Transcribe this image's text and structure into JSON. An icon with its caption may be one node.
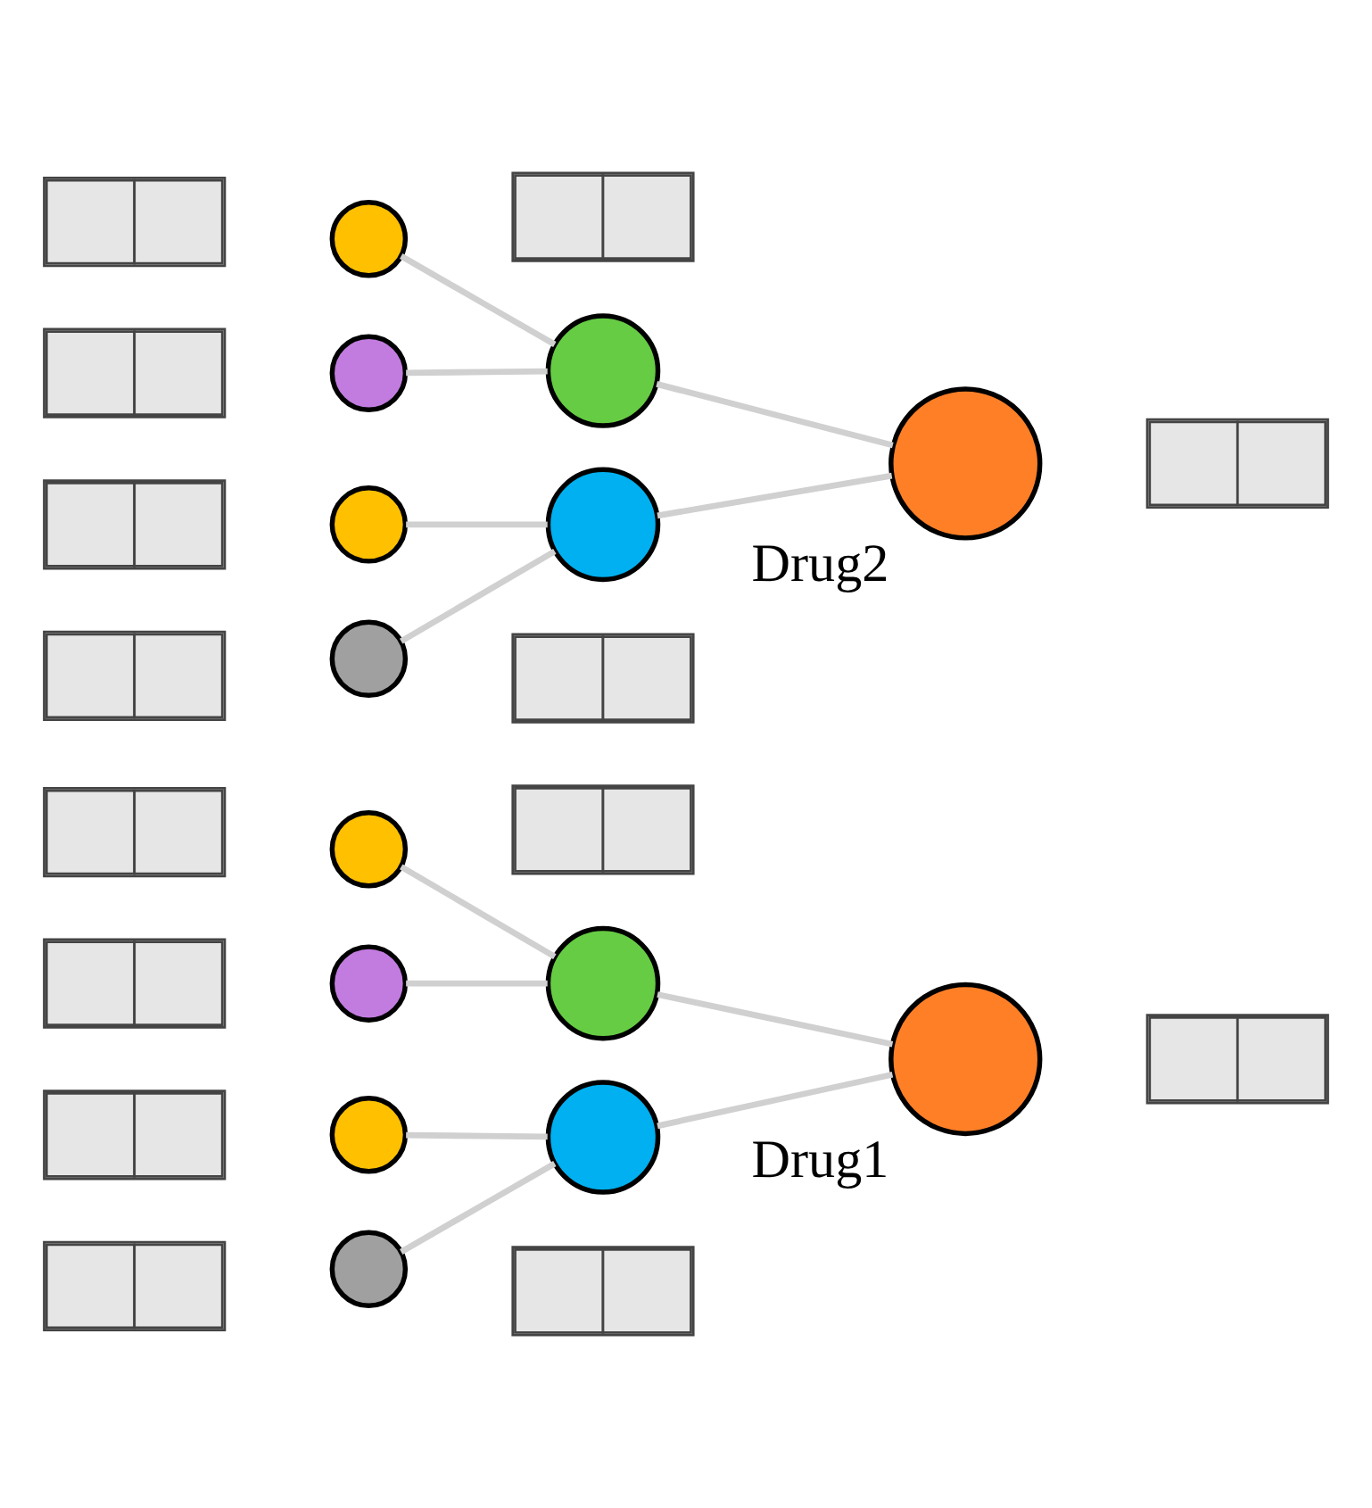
{
  "diagram": {
    "nodes": [
      {
        "text": [],
        "shape": "box"
      },
      {
        "text": [],
        "shape": "box"
      },
      {
        "text": [],
        "shape": "circle"
      },
      {
        "text": [],
        "shape": "circle"
      },
      {
        "text": [],
        "shape": "box"
      },
      {
        "text": [],
        "shape": "circle"
      },
      {
        "text": [
          "Drug1"
        ]
      },
      {
        "text": [],
        "shape": "box"
      },
      {
        "text": [],
        "shape": "box"
      },
      {
        "text": [],
        "shape": "circle"
      },
      {
        "text": [],
        "shape": "circle"
      },
      {
        "text": [],
        "shape": "box"
      },
      {
        "text": [],
        "shape": "circle"
      },
      {
        "text": [],
        "shape": "box"
      },
      {
        "text": [],
        "shape": "box"
      },
      {
        "text": [],
        "shape": "box"
      },
      {
        "text": [],
        "shape": "circle"
      },
      {
        "text": [],
        "shape": "circle"
      },
      {
        "text": [],
        "shape": "box"
      },
      {
        "text": [],
        "shape": "circle"
      },
      {
        "text": [
          "Drug2"
        ]
      },
      {
        "text": [],
        "shape": "box"
      },
      {
        "text": [],
        "shape": "box"
      },
      {
        "text": [],
        "shape": "circle"
      },
      {
        "text": [],
        "shape": "circle"
      },
      {
        "text": [],
        "shape": "box"
      },
      {
        "text": [],
        "shape": "circle"
      },
      {
        "text": [],
        "shape": "box"
      }
    ],
    "edges": [
      {
        "from": 2,
        "to": 3,
        "arrow": "none"
      },
      {
        "from": 5,
        "to": 3,
        "arrow": "none"
      },
      {
        "from": 9,
        "to": 10,
        "arrow": "none"
      },
      {
        "from": 12,
        "to": 10,
        "arrow": "none"
      },
      {
        "from": 3,
        "to": 6,
        "arrow": "none"
      },
      {
        "from": 10,
        "to": 6,
        "arrow": "none"
      },
      {
        "from": 16,
        "to": 17,
        "arrow": "none"
      },
      {
        "from": 19,
        "to": 17,
        "arrow": "none"
      },
      {
        "from": 23,
        "to": 24,
        "arrow": "none"
      },
      {
        "from": 26,
        "to": 24,
        "arrow": "none"
      },
      {
        "from": 17,
        "to": 20,
        "arrow": "none"
      },
      {
        "from": 24,
        "to": 20,
        "arrow": "none"
      }
    ]
  }
}
